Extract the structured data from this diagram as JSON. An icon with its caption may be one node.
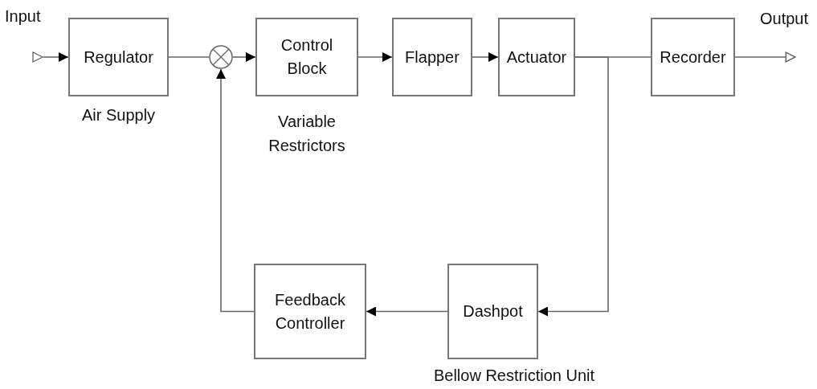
{
  "diagram": {
    "nodes": [
      {
        "text": [
          "Input"
        ]
      },
      {
        "text": [
          "Regulator"
        ],
        "beside": [
          "Air Supply"
        ]
      },
      {
        "text": [],
        "shape": "circle"
      },
      {
        "text": [
          "Control Block"
        ],
        "beside": [
          "Variable Restrictors"
        ]
      },
      {
        "text": [
          "Flapper"
        ]
      },
      {
        "text": [
          "Actuator"
        ]
      },
      {
        "text": [
          "Recorder"
        ]
      },
      {
        "text": [
          "Output"
        ]
      },
      {
        "text": [
          "Feedback Controller"
        ]
      },
      {
        "text": [
          "Dashpot"
        ],
        "beside": [
          "Bellow Restriction Unit"
        ]
      }
    ],
    "edges": [
      {
        "from": 0,
        "to": 1,
        "arrow": "to"
      },
      {
        "from": 1,
        "to": 2,
        "arrow": "none"
      },
      {
        "from": 2,
        "to": 3,
        "arrow": "to"
      },
      {
        "from": 3,
        "to": 4,
        "arrow": "to"
      },
      {
        "from": 4,
        "to": 5,
        "arrow": "to"
      },
      {
        "from": 5,
        "to": 6,
        "arrow": "none"
      },
      {
        "from": 6,
        "to": 7,
        "arrow": "to"
      },
      {
        "from": 5,
        "to": 9,
        "arrow": "to"
      },
      {
        "from": 9,
        "to": 8,
        "arrow": "to"
      },
      {
        "from": 8,
        "to": 2,
        "arrow": "to"
      }
    ]
  }
}
